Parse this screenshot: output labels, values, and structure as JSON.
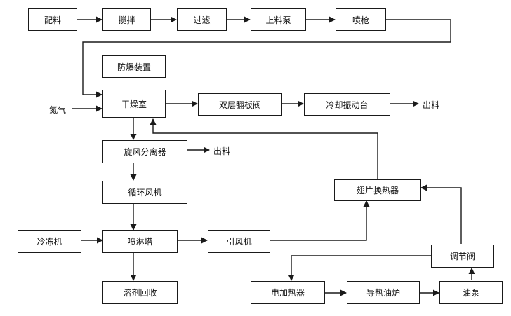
{
  "nodes": {
    "peiliao": "配料",
    "jiaoban": "搅拌",
    "guolv": "过滤",
    "shangliaobeng": "上料泵",
    "penqiang": "喷枪",
    "fangbao": "防爆装置",
    "ganzaoshi": "干燥室",
    "shuangceng": "双层翻板阀",
    "lengque": "冷却振动台",
    "xuanfeng": "旋风分离器",
    "xunhuan": "循环风机",
    "penlin": "喷淋塔",
    "rongji": "溶剂回收",
    "lengdong": "冷冻机",
    "yinfeng": "引风机",
    "chipian": "翅片换热器",
    "tiaojiefa": "调节阀",
    "dianjia": "电加热器",
    "daore": "导热油炉",
    "youbeng": "油泵"
  },
  "labels": {
    "danqi": "氮气",
    "chuliao_1": "出料",
    "chuliao_2": "出料"
  },
  "colors": {
    "line": "#1a1a1a",
    "box_fill": "#ffffff"
  }
}
